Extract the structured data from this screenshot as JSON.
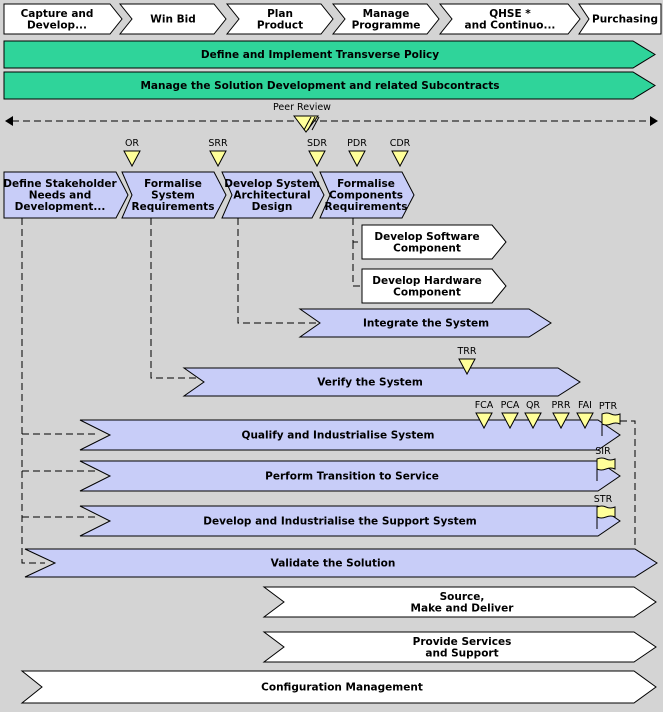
{
  "colors": {
    "background": "#d4d4d4",
    "white_process": "#ffffff",
    "policy_green": "#2fd49a",
    "dev_blue": "#c8cdf8",
    "milestone_yellow": "#ffff99",
    "outline": "#000000"
  },
  "top_processes": [
    {
      "lines": [
        "Capture and",
        "Develop..."
      ]
    },
    {
      "lines": [
        "Win Bid"
      ]
    },
    {
      "lines": [
        "Plan",
        "Product"
      ]
    },
    {
      "lines": [
        "Manage",
        "Programme"
      ]
    },
    {
      "lines": [
        "QHSE *",
        "and Continuo..."
      ]
    },
    {
      "lines": [
        "Purchasing"
      ]
    }
  ],
  "policy_bars": [
    {
      "label": "Define and Implement Transverse Policy"
    },
    {
      "label": "Manage the Solution Development and related Subcontracts"
    }
  ],
  "peer_review_label": "Peer Review",
  "dev_phases": [
    {
      "lines": [
        "Define Stakeholder",
        "Needs and",
        "Development..."
      ]
    },
    {
      "lines": [
        "Formalise",
        "System",
        "Requirements"
      ]
    },
    {
      "lines": [
        "Develop System",
        "Architectural",
        "Design"
      ]
    },
    {
      "lines": [
        "Formalise",
        "Components",
        "Requirements"
      ]
    }
  ],
  "component_dev": [
    {
      "lines": [
        "Develop Software",
        "Component"
      ]
    },
    {
      "lines": [
        "Develop Hardware",
        "Component"
      ]
    }
  ],
  "integration_bars": [
    {
      "label": "Integrate the System"
    },
    {
      "label": "Verify the System"
    },
    {
      "label": "Qualify and Industrialise System"
    },
    {
      "label": "Perform Transition to Service"
    },
    {
      "label": "Develop and Industrialise the Support System"
    },
    {
      "label": "Validate the Solution"
    }
  ],
  "milestones": [
    "OR",
    "SRR",
    "SDR",
    "PDR",
    "CDR",
    "TRR",
    "FCA",
    "PCA",
    "QR",
    "PRR",
    "FAI"
  ],
  "flag_milestones": [
    "PTR",
    "SIR",
    "STR"
  ],
  "support_processes": [
    {
      "lines": [
        "Source,",
        "Make and Deliver"
      ]
    },
    {
      "lines": [
        "Provide Services",
        "and Support"
      ]
    },
    {
      "lines": [
        "Configuration Management"
      ]
    }
  ]
}
